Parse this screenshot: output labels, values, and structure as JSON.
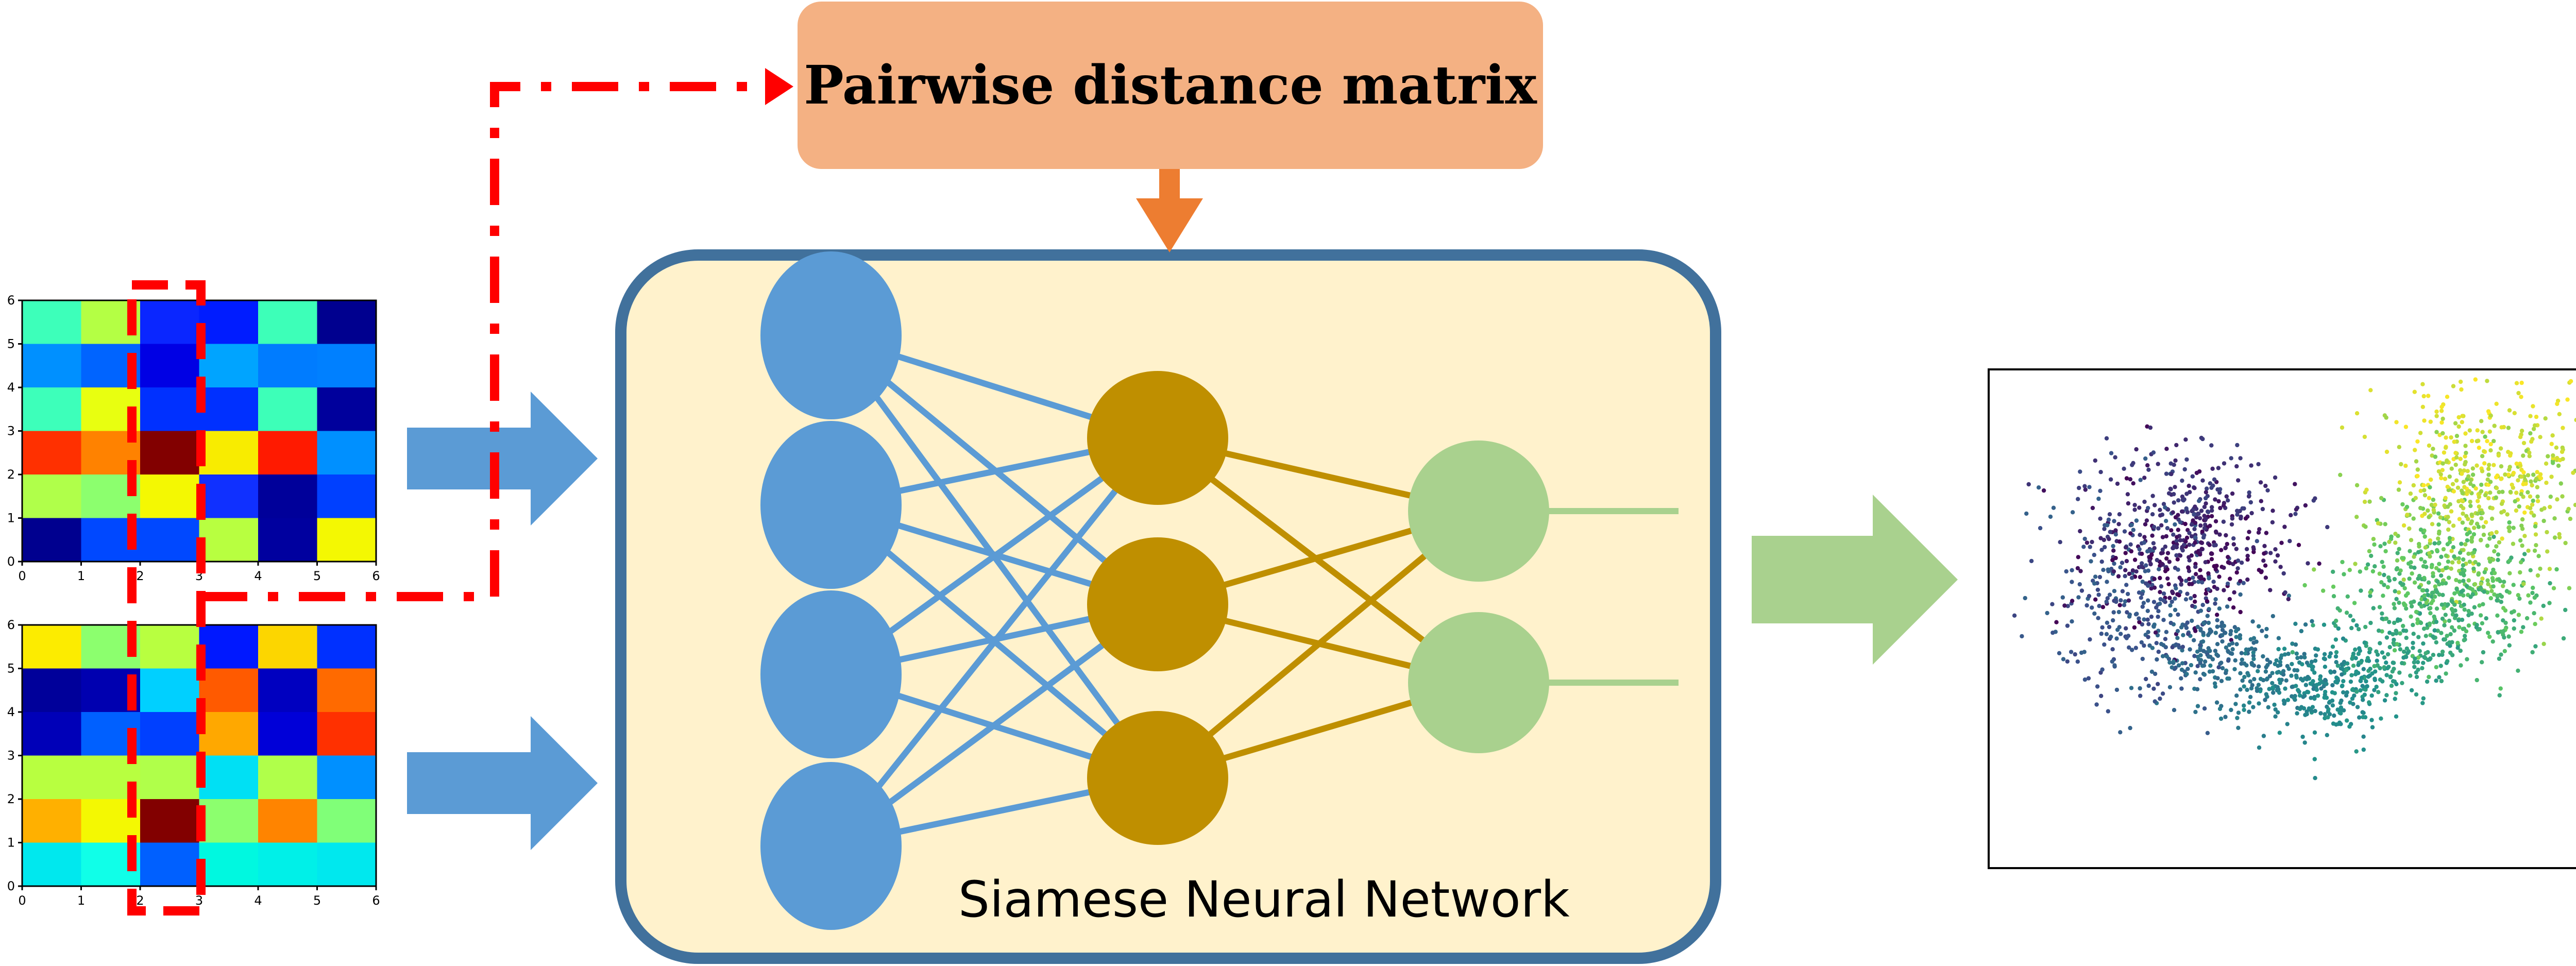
{
  "labels": {
    "pairwise_distance_matrix": "Pairwise distance matrix",
    "siamese_network": "Siamese Neural Network"
  },
  "heatmap_top": {
    "cols": 6,
    "rows": 6,
    "cells": [
      [
        "#3dffba",
        "#b4ff44",
        "#0a26ff",
        "#001cff",
        "#3dffb8",
        "#00008f"
      ],
      [
        "#0090ff",
        "#0064ff",
        "#0000e4",
        "#00a4ff",
        "#007cff",
        "#0080ff"
      ],
      [
        "#3dffba",
        "#e8ff10",
        "#0030ff",
        "#0030ff",
        "#3dffb8",
        "#00009c"
      ],
      [
        "#ff3000",
        "#ff8200",
        "#820000",
        "#f8ec00",
        "#ff1a00",
        "#0090ff"
      ],
      [
        "#b0ff4a",
        "#8cff6e",
        "#f4f802",
        "#1030ff",
        "#00009a",
        "#0040ff"
      ],
      [
        "#00008f",
        "#0048ff",
        "#0048ff",
        "#b8ff40",
        "#00009f",
        "#f4f802"
      ]
    ],
    "x_ticks": [
      "0",
      "1",
      "2",
      "3",
      "4",
      "5",
      "6"
    ],
    "y_ticks": [
      "0",
      "1",
      "2",
      "3",
      "4",
      "5",
      "6"
    ]
  },
  "heatmap_bottom": {
    "cols": 6,
    "rows": 6,
    "cells": [
      [
        "#fcec00",
        "#8cff6e",
        "#b8ff40",
        "#0018ff",
        "#fcd600",
        "#0030ff"
      ],
      [
        "#00009a",
        "#0000b0",
        "#00d0ff",
        "#ff5a00",
        "#0000c0",
        "#ff6a00"
      ],
      [
        "#0000b8",
        "#0060ff",
        "#0040ff",
        "#ffa800",
        "#0000d8",
        "#ff3000"
      ],
      [
        "#b8ff40",
        "#b8ff40",
        "#b0ff4a",
        "#00e0f4",
        "#b0ff4a",
        "#0090ff"
      ],
      [
        "#ffb000",
        "#f4f802",
        "#820000",
        "#8cff6e",
        "#ff8400",
        "#80ff78"
      ],
      [
        "#00e8ee",
        "#10ffe8",
        "#0060ff",
        "#00f8e0",
        "#00f0e8",
        "#00e8ee"
      ]
    ],
    "x_ticks": [
      "0",
      "1",
      "2",
      "3",
      "4",
      "5",
      "6"
    ],
    "y_ticks": [
      "0",
      "1",
      "2",
      "3",
      "4",
      "5",
      "6"
    ]
  },
  "network": {
    "layers": [
      4,
      3,
      2
    ],
    "colors": {
      "input_node": "#5b9bd5",
      "hidden_node": "#bf8f00",
      "output_node": "#a9d18e",
      "panel_fill": "#fff2cc",
      "panel_border": "#41719c"
    }
  },
  "colors": {
    "arrow_blue": "#5b9bd5",
    "arrow_green": "#a9d18e",
    "arrow_orange": "#ed7d31",
    "dash_red": "#ff0000"
  },
  "scatter": {
    "description_colormap": "viridis"
  }
}
